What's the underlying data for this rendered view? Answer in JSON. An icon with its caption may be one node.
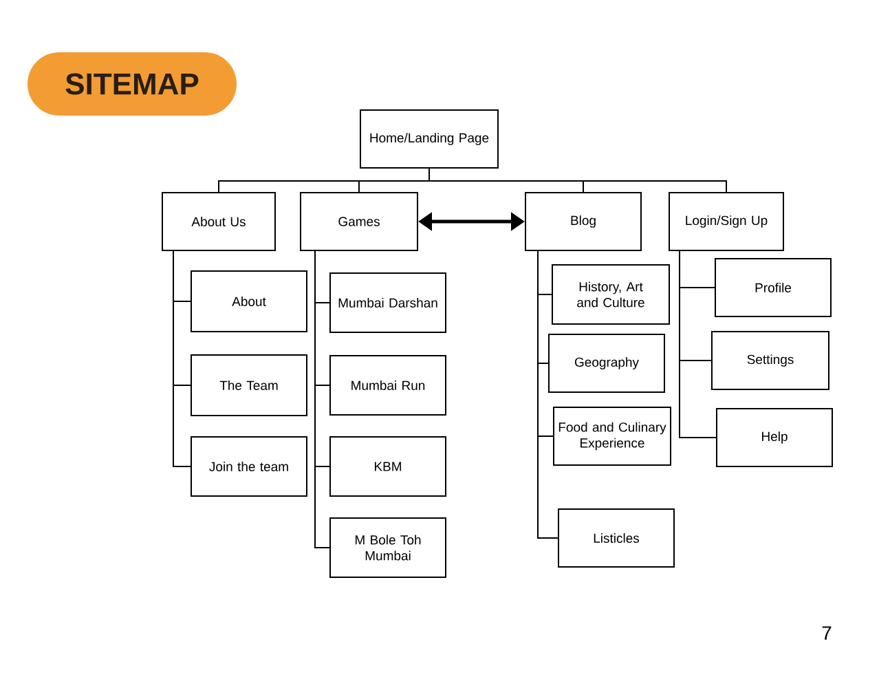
{
  "diagram": {
    "title": "SITEMAP",
    "nodes": [
      {
        "text": [
          "Home/Landing Page"
        ]
      },
      {
        "text": [
          "About Us"
        ]
      },
      {
        "text": [
          "Games"
        ]
      },
      {
        "text": [
          "Blog"
        ]
      },
      {
        "text": [
          "Login/Sign Up"
        ]
      },
      {
        "text": [
          "About"
        ]
      },
      {
        "text": [
          "The Team"
        ]
      },
      {
        "text": [
          "Join the team"
        ]
      },
      {
        "text": [
          "Mumbai Darshan"
        ]
      },
      {
        "text": [
          "Mumbai Run"
        ]
      },
      {
        "text": [
          "KBM"
        ]
      },
      {
        "text": [
          "M Bole Toh Mumbai"
        ]
      },
      {
        "text": [
          "History, Art and Culture"
        ]
      },
      {
        "text": [
          "Geography"
        ]
      },
      {
        "text": [
          "Food and Culinary Experience"
        ]
      },
      {
        "text": [
          "Listicles"
        ]
      },
      {
        "text": [
          "Profile"
        ]
      },
      {
        "text": [
          "Settings"
        ]
      },
      {
        "text": [
          "Help"
        ]
      }
    ],
    "edges": [
      {
        "from": 0,
        "to": 1,
        "arrow": "none"
      },
      {
        "from": 0,
        "to": 2,
        "arrow": "none"
      },
      {
        "from": 0,
        "to": 3,
        "arrow": "none"
      },
      {
        "from": 0,
        "to": 4,
        "arrow": "none"
      },
      {
        "from": 1,
        "to": 5,
        "arrow": "none"
      },
      {
        "from": 1,
        "to": 6,
        "arrow": "none"
      },
      {
        "from": 1,
        "to": 7,
        "arrow": "none"
      },
      {
        "from": 2,
        "to": 8,
        "arrow": "none"
      },
      {
        "from": 2,
        "to": 9,
        "arrow": "none"
      },
      {
        "from": 2,
        "to": 10,
        "arrow": "none"
      },
      {
        "from": 2,
        "to": 11,
        "arrow": "none"
      },
      {
        "from": 3,
        "to": 12,
        "arrow": "none"
      },
      {
        "from": 3,
        "to": 13,
        "arrow": "none"
      },
      {
        "from": 3,
        "to": 14,
        "arrow": "none"
      },
      {
        "from": 3,
        "to": 15,
        "arrow": "none"
      },
      {
        "from": 4,
        "to": 16,
        "arrow": "none"
      },
      {
        "from": 4,
        "to": 17,
        "arrow": "none"
      },
      {
        "from": 4,
        "to": 18,
        "arrow": "none"
      },
      {
        "from": 2,
        "to": 3,
        "arrow": "both",
        "style": "thick"
      }
    ],
    "labels": [
      "7"
    ]
  }
}
